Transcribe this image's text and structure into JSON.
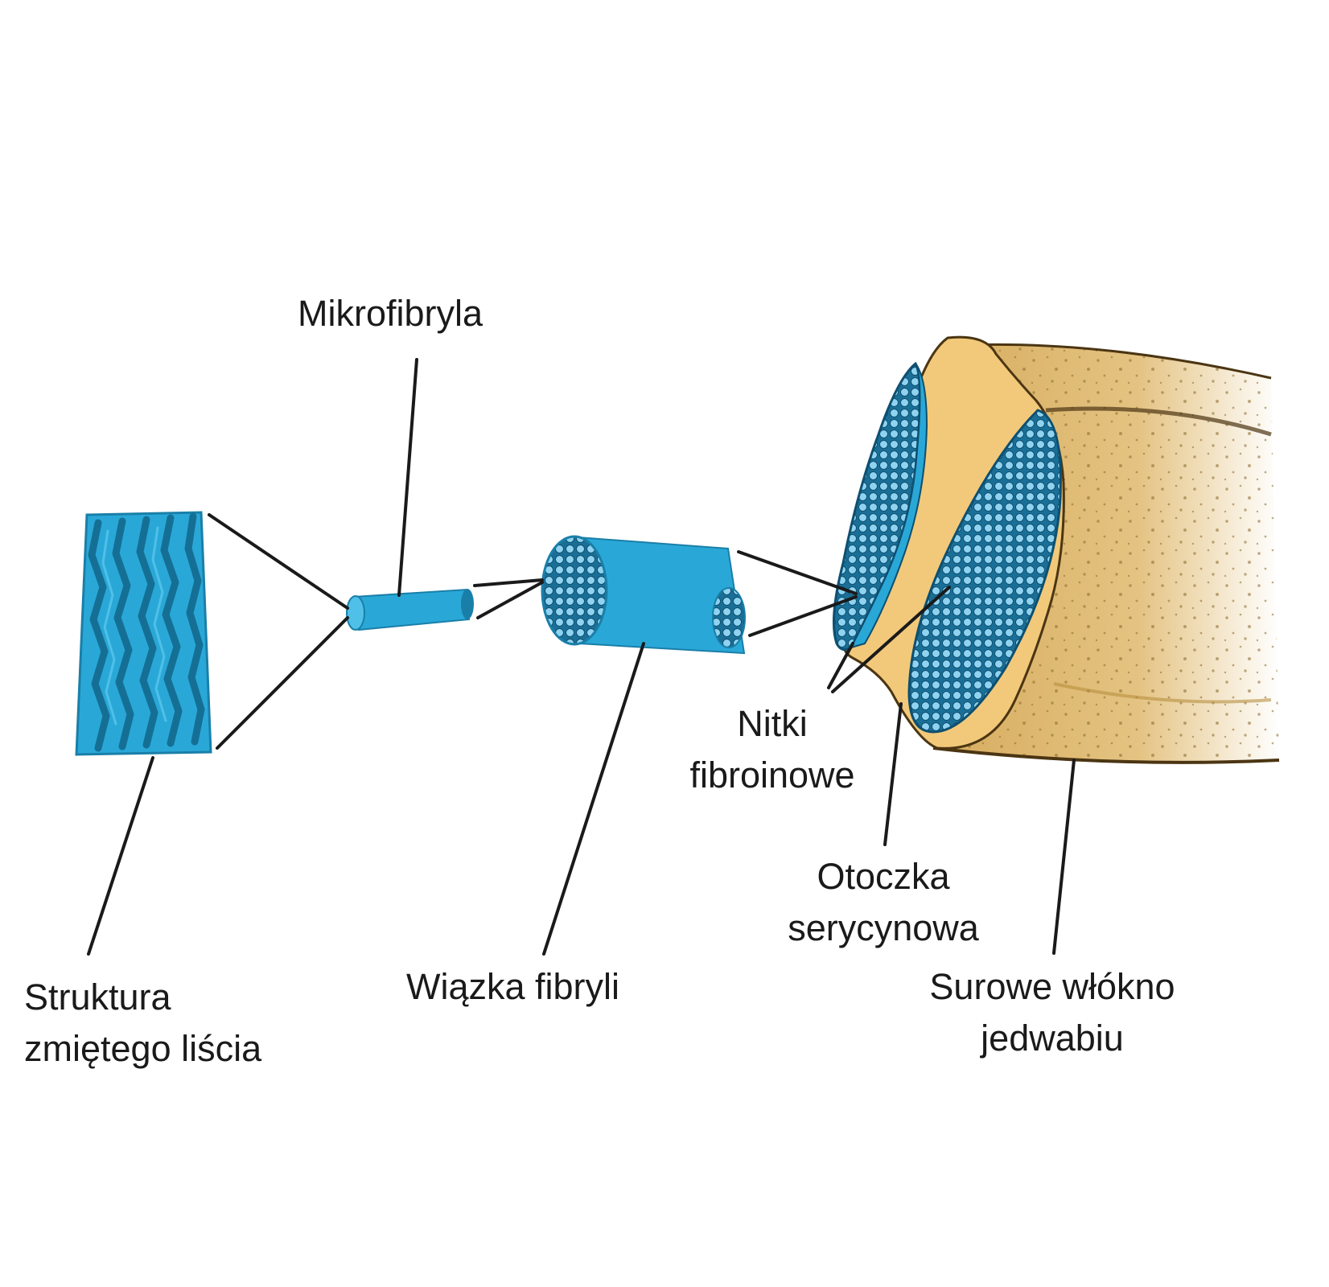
{
  "labels": {
    "mikrofibryla": "Mikrofibryla",
    "struktura_line1": "Struktura",
    "struktura_line2": "zmiętego liścia",
    "wiazka": "Wiązka fibryli",
    "nitki_line1": "Nitki",
    "nitki_line2": "fibroinowe",
    "otoczka_line1": "Otoczka",
    "otoczka_line2": "serycynowa",
    "surowe_line1": "Surowe włókno",
    "surowe_line2": "jedwabiu"
  },
  "colors": {
    "fibroin_blue": "#29a8d8",
    "fibroin_dark": "#1a7fa8",
    "fibril_light": "#8fd3f0",
    "sericin": "#f2c97a",
    "raw_fiber": "#d9b063",
    "outline": "#1a1a1a"
  }
}
